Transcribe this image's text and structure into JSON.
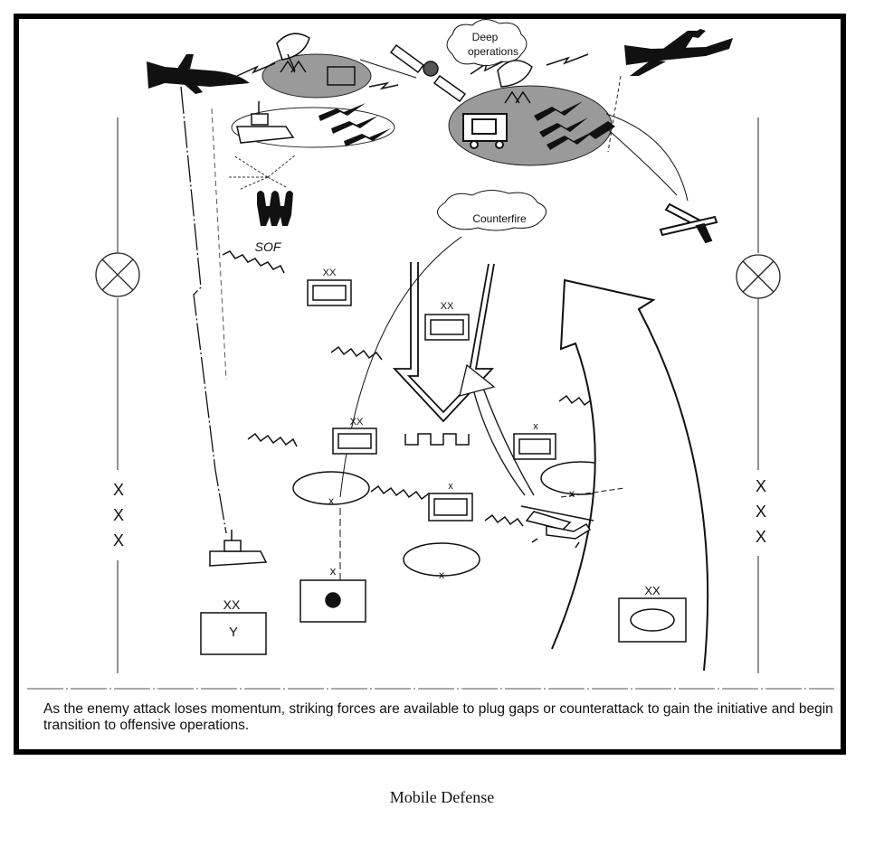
{
  "labels": {
    "deep_operations_1": "Deep",
    "deep_operations_2": "operations",
    "counterfire": "Counterfire",
    "sof": "SOF",
    "echelon_xx": "XX",
    "echelon_x": "X",
    "echelon_xxx": "X",
    "brigade_marker": "x",
    "y_unit": "Y"
  },
  "caption": "As the enemy attack loses momentum, striking forces are available to plug  gaps or counterattack to gain the initiative and begin transition to offensive operations.",
  "figure_title": "Mobile Defense",
  "colors": {
    "ink": "#111111",
    "shade": "#9a9a9a",
    "frame": "#000000"
  },
  "icons": [
    "aircraft-icon",
    "satellite-icon",
    "radar-dish-icon",
    "tank-icon",
    "helicopter-icon",
    "attack-jet-icon",
    "soldiers-icon",
    "artillery-icon",
    "boundary-marker-icon"
  ]
}
